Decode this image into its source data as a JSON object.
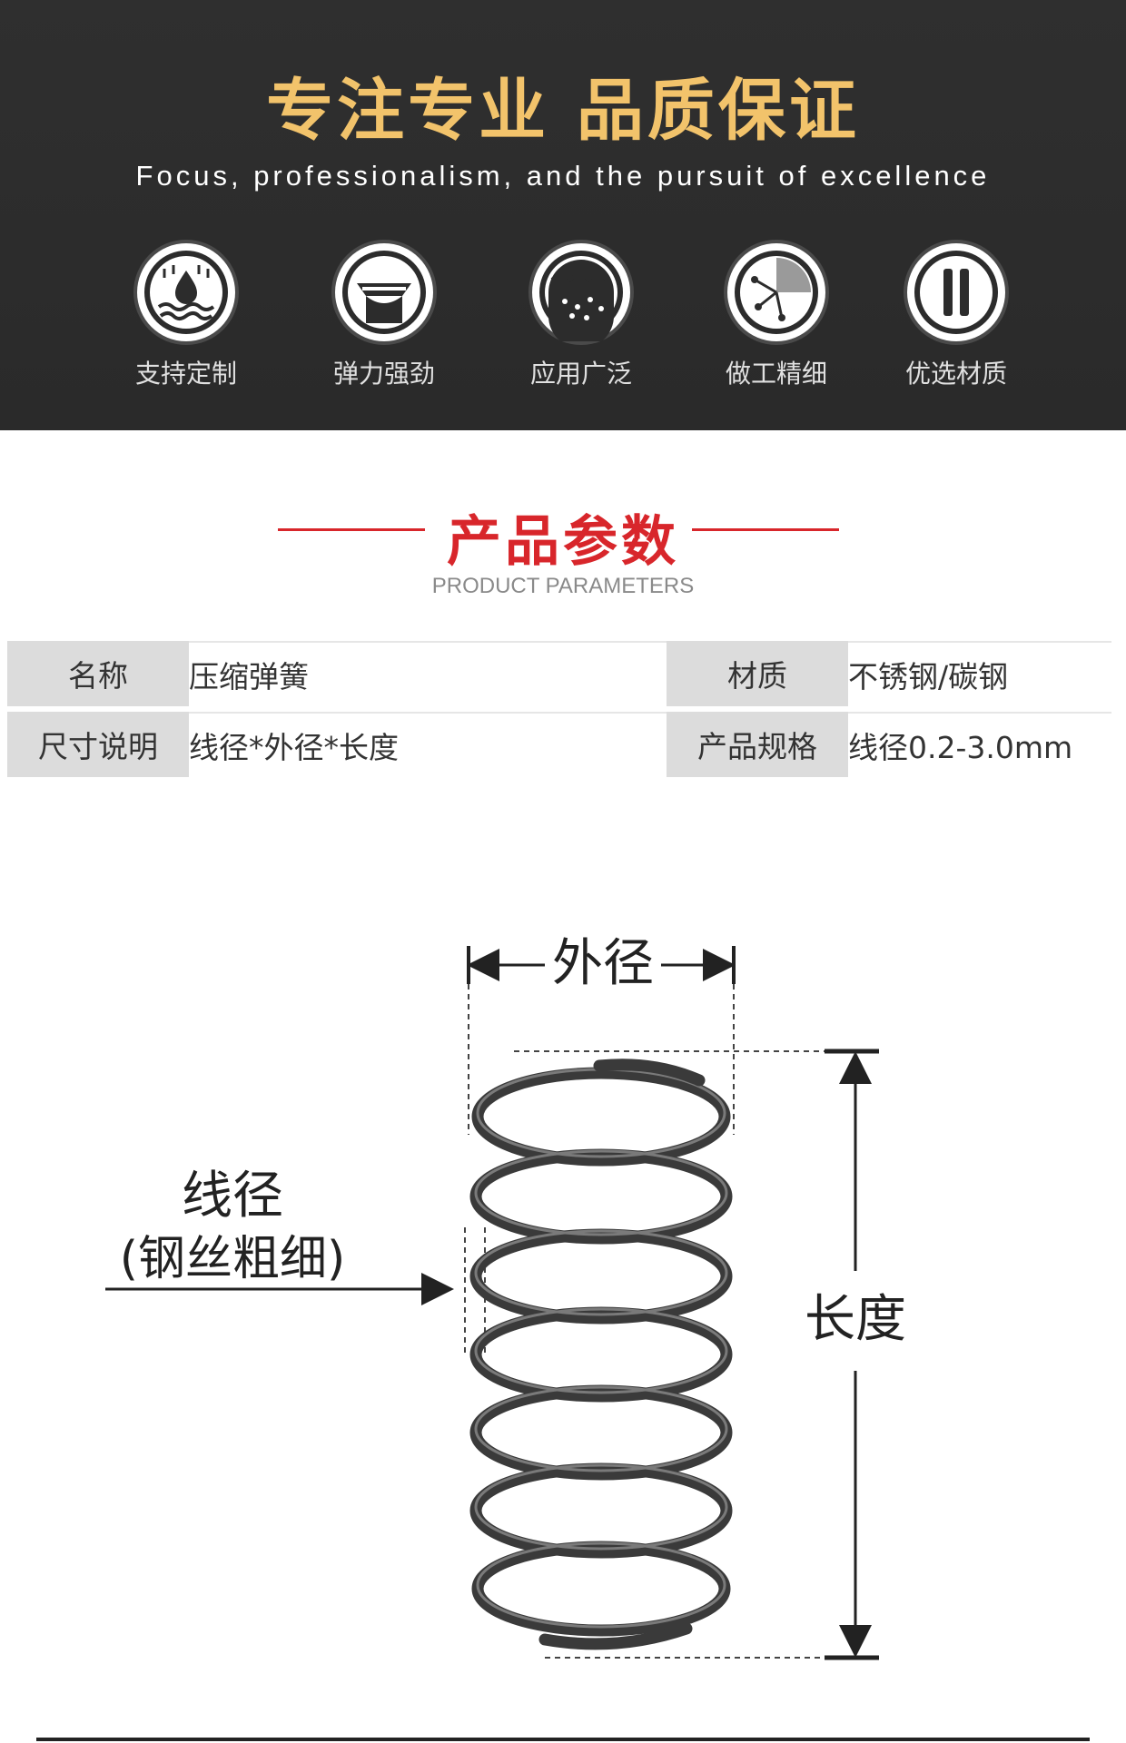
{
  "banner": {
    "title": "专注专业 品质保证",
    "subtitle": "Focus, professionalism, and the pursuit of excellence",
    "features": [
      {
        "label": "支持定制",
        "icon": "water-drop-icon"
      },
      {
        "label": "弹力强劲",
        "icon": "spring-press-icon"
      },
      {
        "label": "应用广泛",
        "icon": "texture-icon"
      },
      {
        "label": "做工精细",
        "icon": "fine-craft-icon"
      },
      {
        "label": "优选材质",
        "icon": "bars-icon"
      }
    ]
  },
  "section": {
    "title": "产品参数",
    "subtitle": "PRODUCT PARAMETERS"
  },
  "params": {
    "rows": [
      {
        "k1": "名称",
        "v1": "压缩弹簧",
        "k2": "材质",
        "v2": "不锈钢/碳钢"
      },
      {
        "k1": "尺寸说明",
        "v1": "线径*外径*长度",
        "k2": "产品规格",
        "v2": "线径0.2-3.0mm"
      }
    ]
  },
  "diagram": {
    "outer_diameter_label": "外径",
    "wire_diameter_label": "线径",
    "wire_diameter_note": "(钢丝粗细)",
    "length_label": "长度"
  },
  "colors": {
    "banner_bg": "#2c2c2c",
    "gold": "#f2c36b",
    "accent_red": "#d8262b"
  }
}
